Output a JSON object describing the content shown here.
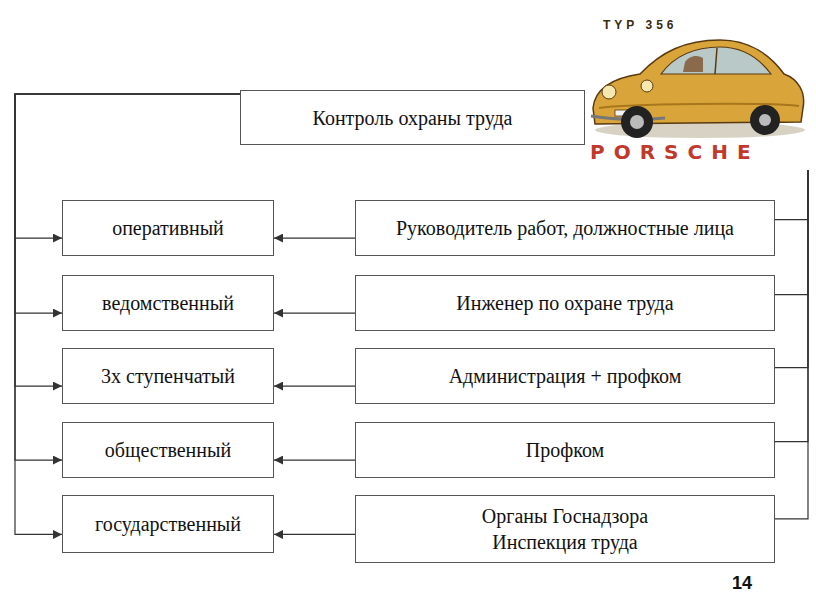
{
  "diagram": {
    "nodes": [
      {
        "text": [
          "Контроль охраны труда"
        ]
      },
      {
        "text": [
          "оперативный"
        ]
      },
      {
        "text": [
          "Руководитель работ, должностные лица"
        ]
      },
      {
        "text": [
          "ведомственный"
        ]
      },
      {
        "text": [
          "Инженер по охране труда"
        ]
      },
      {
        "text": [
          "3х ступенчатый"
        ]
      },
      {
        "text": [
          "Администрация + профком"
        ]
      },
      {
        "text": [
          "общественный"
        ]
      },
      {
        "text": [
          "Профком"
        ]
      },
      {
        "text": [
          "государственный"
        ]
      },
      {
        "text": [
          "Органы Госнадзора Инспекция труда"
        ]
      }
    ],
    "edges": [
      {
        "from": 0,
        "to": 1,
        "arrow": "to"
      },
      {
        "from": 0,
        "to": 3,
        "arrow": "to"
      },
      {
        "from": 0,
        "to": 5,
        "arrow": "to"
      },
      {
        "from": 0,
        "to": 7,
        "arrow": "to"
      },
      {
        "from": 0,
        "to": 9,
        "arrow": "to"
      },
      {
        "from": 0,
        "to": 2,
        "arrow": "none"
      },
      {
        "from": 0,
        "to": 4,
        "arrow": "none"
      },
      {
        "from": 0,
        "to": 6,
        "arrow": "none"
      },
      {
        "from": 0,
        "to": 8,
        "arrow": "none"
      },
      {
        "from": 0,
        "to": 10,
        "arrow": "none"
      },
      {
        "from": 2,
        "to": 1,
        "arrow": "to"
      },
      {
        "from": 4,
        "to": 3,
        "arrow": "to"
      },
      {
        "from": 6,
        "to": 5,
        "arrow": "to"
      },
      {
        "from": 8,
        "to": 7,
        "arrow": "to"
      },
      {
        "from": 10,
        "to": 9,
        "arrow": "to"
      }
    ],
    "labels": [
      "TYP 356",
      "PORSCHE",
      "14"
    ]
  }
}
